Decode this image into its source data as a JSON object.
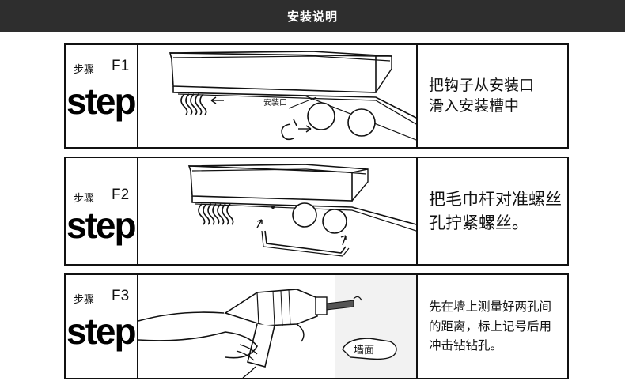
{
  "header": {
    "title": "安装说明"
  },
  "steps": [
    {
      "label_cn": "步骤",
      "code": "F1",
      "word": "step",
      "instruction": "把钩子从安装口滑入安装槽中",
      "callout": "安装口"
    },
    {
      "label_cn": "步骤",
      "code": "F2",
      "word": "step",
      "instruction": "把毛巾杆对准螺丝孔拧紧螺丝。"
    },
    {
      "label_cn": "步骤",
      "code": "F3",
      "word": "step",
      "instruction": "先在墙上测量好两孔间的距离，标上记号后用冲击钻钻孔。",
      "callout": "墙面"
    }
  ]
}
